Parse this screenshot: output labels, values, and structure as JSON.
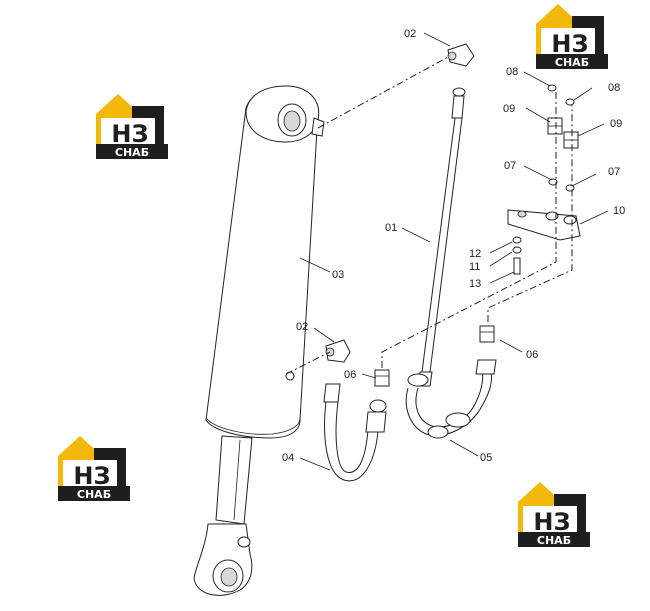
{
  "labels": {
    "p01": "01",
    "p02a": "02",
    "p02b": "02",
    "p03": "03",
    "p04": "04",
    "p05": "05",
    "p06a": "06",
    "p06b": "06",
    "p07a": "07",
    "p07b": "07",
    "p08a": "08",
    "p08b": "08",
    "p09a": "09",
    "p09b": "09",
    "p10": "10",
    "p11": "11",
    "p12": "12",
    "p13": "13"
  },
  "logo": {
    "letters": "НЗ",
    "caption": "СНАБ",
    "colors": {
      "yellow": "#f2b90c",
      "dark": "#1e1e1e",
      "white": "#ffffff"
    }
  },
  "colors": {
    "line": "#222222",
    "background": "#ffffff"
  }
}
